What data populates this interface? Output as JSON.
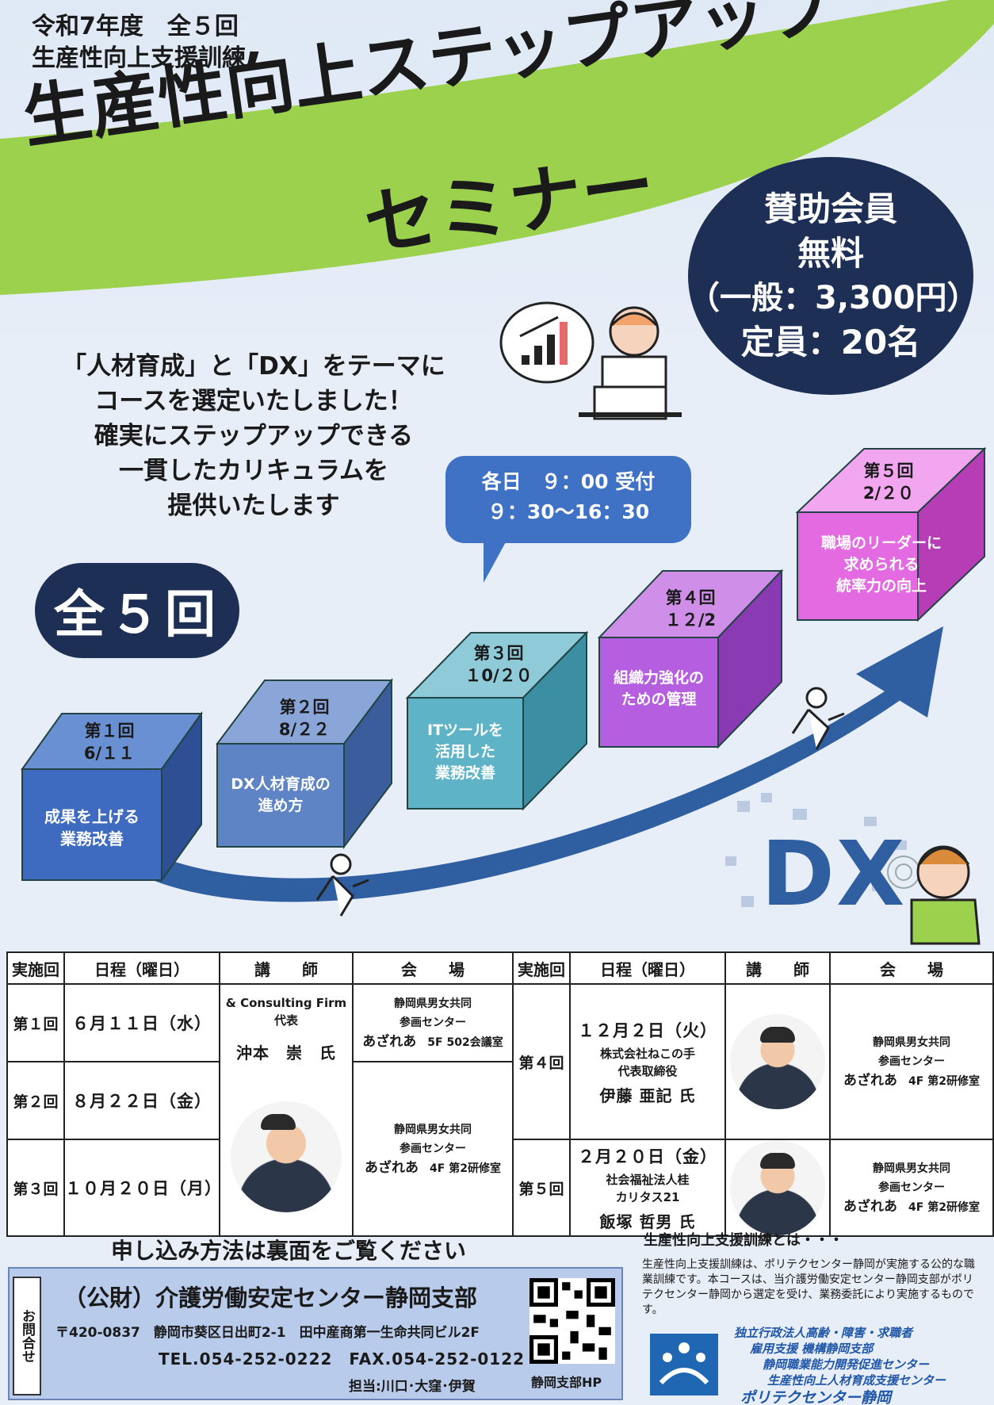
{
  "header": {
    "year_line": "令和7年度　全５回",
    "program_line": "生産性向上支援訓練",
    "title_line1": "生産性向上ステップアップ",
    "title_line2": "セミナー"
  },
  "fee": {
    "line1": "賛助会員",
    "line2": "無料",
    "line3": "（一般：3,300円）",
    "line4": "定員：20名"
  },
  "lead": {
    "line1": "「人材育成」と「DX」をテーマに",
    "line2": "コースを選定いたしました！",
    "line3": "確実にステップアップできる",
    "line4": "一貫したカリキュラムを",
    "line5": "提供いたします"
  },
  "time": {
    "line1": "各日　９：00 受付",
    "line2": "９：30～16：30"
  },
  "total_badge": "全５回",
  "steps": [
    {
      "num": "第１回",
      "date": "6/１１",
      "title1": "成果を上げる",
      "title2": "業務改善",
      "title3": ""
    },
    {
      "num": "第２回",
      "date": "8/２２",
      "title1": "DX人材育成の",
      "title2": "進め方",
      "title3": ""
    },
    {
      "num": "第３回",
      "date": "１0/２０",
      "title1": "ITツールを",
      "title2": "活用した",
      "title3": "業務改善"
    },
    {
      "num": "第４回",
      "date": "１２/2",
      "title1": "組織力強化の",
      "title2": "ための管理",
      "title3": ""
    },
    {
      "num": "第５回",
      "date": "2/２０",
      "title1": "職場のリーダーに",
      "title2": "求められる",
      "title3": "統率力の向上"
    }
  ],
  "dx_label": "DX",
  "colors": {
    "step1": "#3e6bc0",
    "step2": "#5f84c6",
    "step3": "#5fb3c7",
    "step4": "#b55ee0",
    "step5": "#e36ae0",
    "navy": "#1e2f55",
    "green": "#9bd14d",
    "arrow": "#2f5fa0"
  },
  "table": {
    "headers": [
      "実施回",
      "日程（曜日）",
      "講　　師",
      "会　　場",
      "実施回",
      "日程（曜日）",
      "講　　師",
      "会　　場"
    ],
    "left": [
      {
        "round": "第１回",
        "date": "６月１１日（水）"
      },
      {
        "round": "第２回",
        "date": "８月２２日（金）"
      },
      {
        "round": "第３回",
        "date": "１０月２０日（月）"
      }
    ],
    "left_lecturer": {
      "org": "& Consulting Firm代表",
      "name": "沖本　崇　氏"
    },
    "left_venue_1": {
      "l1": "静岡県男女共同",
      "l2": "参画センター",
      "l3": "あざれあ",
      "room": "5F 502会議室"
    },
    "left_venue_2": {
      "l1": "静岡県男女共同",
      "l2": "参画センター",
      "l3": "あざれあ",
      "room": "4F 第2研修室"
    },
    "right": [
      {
        "round": "第４回",
        "date": "１２月２日（火）",
        "org1": "株式会社ねこの手",
        "org2": "代表取締役",
        "name": "伊藤 亜記 氏",
        "v1": "静岡県男女共同",
        "v2": "参画センター",
        "v3": "あざれあ",
        "room": "4F 第2研修室"
      },
      {
        "round": "第５回",
        "date": "２月２０日（金）",
        "org1": "社会福祉法人桂",
        "org2": "カリタス21",
        "name": "飯塚 哲男 氏",
        "v1": "静岡県男女共同",
        "v2": "参画センター",
        "v3": "あざれあ",
        "room": "4F 第2研修室"
      }
    ]
  },
  "footer": {
    "apply_note": "申し込み方法は裏面をご覧ください",
    "inquiry": "お問合せ",
    "org_name": "（公財）介護労働安定センター静岡支部",
    "address": "〒420-0837　静岡市葵区日出町2-1　田中産商第一生命共同ビル2F",
    "tel": "TEL.054-252-0222　FAX.054-252-0122",
    "staff": "担当:川口･大窪･伊賀",
    "qr_label": "静岡支部HP",
    "about_title": "生産性向上支援訓練とは・・・",
    "about_body": "生産性向上支援訓練は、ポリテクセンター静岡が実施する公的な職業訓練です。本コースは、当介護労働安定センター静岡支部がポリテクセンター静岡から選定を受け、業務委託により実施するものです。",
    "poly1": "独立行政法人高齢・障害・求職者",
    "poly2": "雇用支援 機構静岡支部",
    "poly3": "静岡職業能力開発促進センター",
    "poly4": "生産性向上人材育成支援センター",
    "poly5": "ポリテクセンター静岡"
  }
}
